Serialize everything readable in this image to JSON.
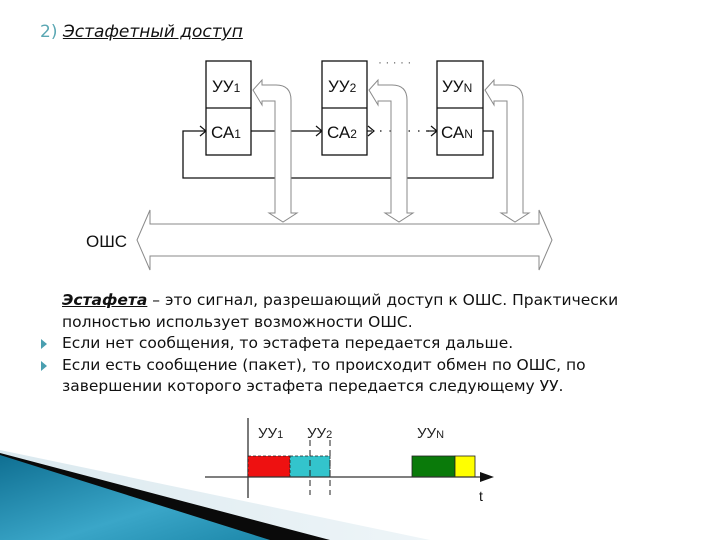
{
  "slide": {
    "title_number": "2)",
    "title_text": "Эстафетный доступ"
  },
  "diagram": {
    "nodes": [
      {
        "top": "УУ",
        "top_sub": "1",
        "bottom": "СА",
        "bottom_sub": "1"
      },
      {
        "top": "УУ",
        "top_sub": "2",
        "bottom": "СА",
        "bottom_sub": "2"
      },
      {
        "top": "УУ",
        "top_sub": "N",
        "bottom": "СА",
        "bottom_sub": "N"
      }
    ],
    "ellipsis": "· · · · ·",
    "chain_ellipsis": "· · · ·",
    "bus_label": "ОШС"
  },
  "text": {
    "definition_term": "Эстафета",
    "definition_rest": " – это сигнал, разрешающий доступ к ОШС. Практически полностью использует возможности ОШС.",
    "bullets": [
      "Если нет сообщения, то эстафета передается дальше.",
      "Если есть сообщение (пакет), то происходит обмен по ОШС, по завершении которого эстафета передается следующему УУ."
    ]
  },
  "timing": {
    "labels": [
      {
        "text": "УУ",
        "sub": "1"
      },
      {
        "text": "УУ",
        "sub": "2"
      },
      {
        "text": "УУ",
        "sub": "N"
      }
    ],
    "axis_label": "t",
    "colors": {
      "red": "#ee1111",
      "cyan": "#33c4cc",
      "green": "#0a7a0a",
      "yellow": "#ffff00"
    }
  },
  "theme": {
    "accent": "#4a9fb0",
    "swoosh_blue": "#1e86a8"
  }
}
